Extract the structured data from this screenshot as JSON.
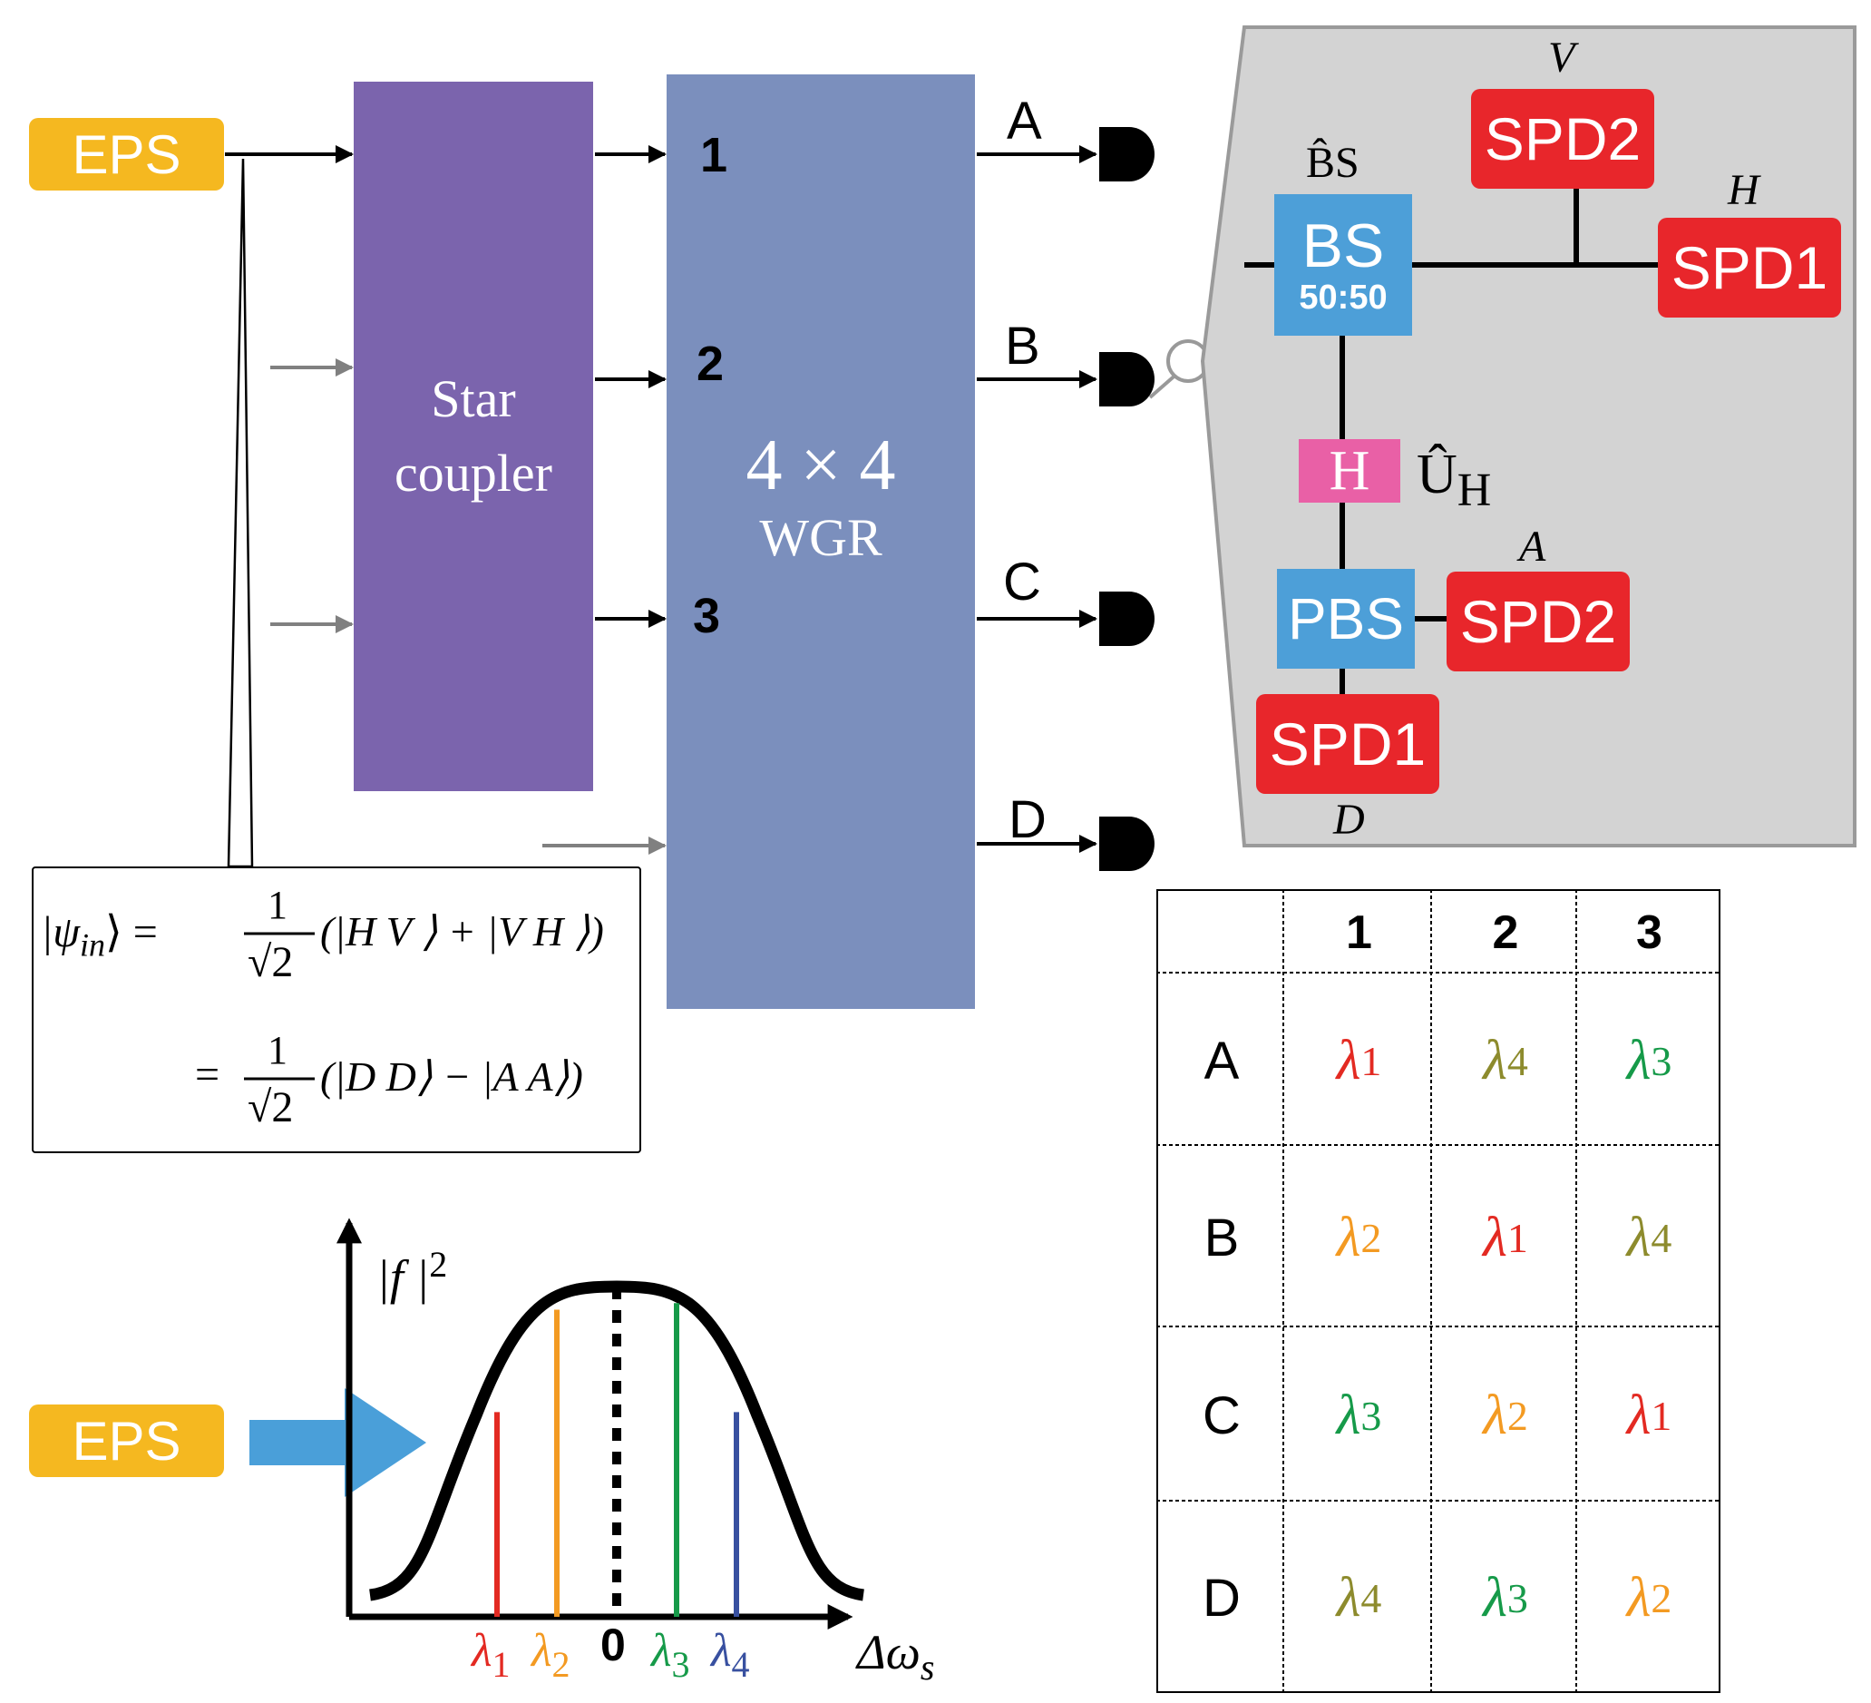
{
  "colors": {
    "eps": "#f5b820",
    "star_coupler": "#7b64ad",
    "wgr": "#7b8fbd",
    "detector_panel_bg": "#d3d3d3",
    "bs": "#4d9fd8",
    "spd": "#e8262b",
    "hwp": "#e960a6",
    "lambda_1": "#e32a22",
    "lambda_2": "#f39a22",
    "lambda_3": "#169a49",
    "lambda_4": "#8d8b2d",
    "lambda_4_spectrum": "#3850a0",
    "pump_arrow": "#4a9fd9",
    "grey_arrow": "#808080"
  },
  "source_label": "EPS",
  "star_coupler": {
    "line1": "Star",
    "line2": "coupler"
  },
  "wgr": {
    "line1": "4 × 4",
    "line2": "WGR"
  },
  "input_ports": [
    "1",
    "2",
    "3"
  ],
  "output_ports": [
    "A",
    "B",
    "C",
    "D"
  ],
  "detector_setup": {
    "bs_operator": "B̂S",
    "bs_label": "BS",
    "bs_ratio": "50:50",
    "spd2_top": "SPD2",
    "spd1_right": "SPD1",
    "label_v": "V",
    "label_h": "H",
    "hwp_label": "H",
    "unitary_label": "Û",
    "unitary_sub": "H",
    "pbs_label": "PBS",
    "spd2_mid": "SPD2",
    "label_a": "A",
    "spd1_bottom": "SPD1",
    "label_d": "D"
  },
  "state": {
    "lhs": "|ψ",
    "lhs_sub": "in",
    "eq": "⟩ =",
    "frac_num": "1",
    "frac_den": "√2",
    "line1_state": "(|H V ⟩ + |V H ⟩)",
    "line2_state": "(|D D⟩ − |A A⟩)"
  },
  "spectrum": {
    "ylabel": "|f |",
    "ylabel_sup": "2",
    "xlabel": "Δω",
    "xlabel_sub": "s",
    "zero": "0",
    "eps_label": "EPS",
    "lines": [
      {
        "name": "λ",
        "sub": "1",
        "offset": -2,
        "level": 0.62,
        "color_key": "lambda_1"
      },
      {
        "name": "λ",
        "sub": "2",
        "offset": -1,
        "level": 0.93,
        "color_key": "lambda_2"
      },
      {
        "name": "λ",
        "sub": "3",
        "offset": 1,
        "level": 0.95,
        "color_key": "lambda_3"
      },
      {
        "name": "λ",
        "sub": "4",
        "offset": 2,
        "level": 0.62,
        "color_key": "lambda_4_spectrum"
      }
    ]
  },
  "routing_table": {
    "columns": [
      "1",
      "2",
      "3"
    ],
    "rows": [
      {
        "label": "A",
        "cells": [
          "1",
          "4",
          "3"
        ]
      },
      {
        "label": "B",
        "cells": [
          "2",
          "1",
          "4"
        ]
      },
      {
        "label": "C",
        "cells": [
          "3",
          "2",
          "1"
        ]
      },
      {
        "label": "D",
        "cells": [
          "4",
          "3",
          "2"
        ]
      }
    ],
    "symbol": "λ"
  }
}
